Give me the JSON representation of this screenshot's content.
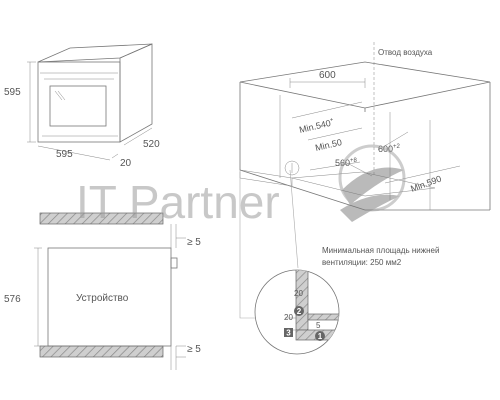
{
  "oven_view": {
    "height": "595",
    "width": "595",
    "depth": "520",
    "door": "20"
  },
  "cabinet_view": {
    "air_outlet": "Отвод воздуха",
    "width_top": "600",
    "min_540": "Min.540",
    "min_540_sup": "+",
    "min_50": "Min.50",
    "depth_600": "600",
    "depth_600_sup": "+2",
    "width_560": "560",
    "width_560_sup": "+8",
    "min_590": "Min.590",
    "vent_note_line1": "Минимальная площадь нижней",
    "vent_note_line2": "вентиляции: 250 мм2"
  },
  "section_view": {
    "height": "576",
    "device_label": "Устройство",
    "gap_top": "≥ 5",
    "gap_bottom": "≥ 5"
  },
  "detail_view": {
    "dim_20_a": "20",
    "dim_20_b": "20",
    "dim_5": "5",
    "markers": [
      "1",
      "2",
      "3"
    ]
  },
  "watermark": "IT Partner"
}
